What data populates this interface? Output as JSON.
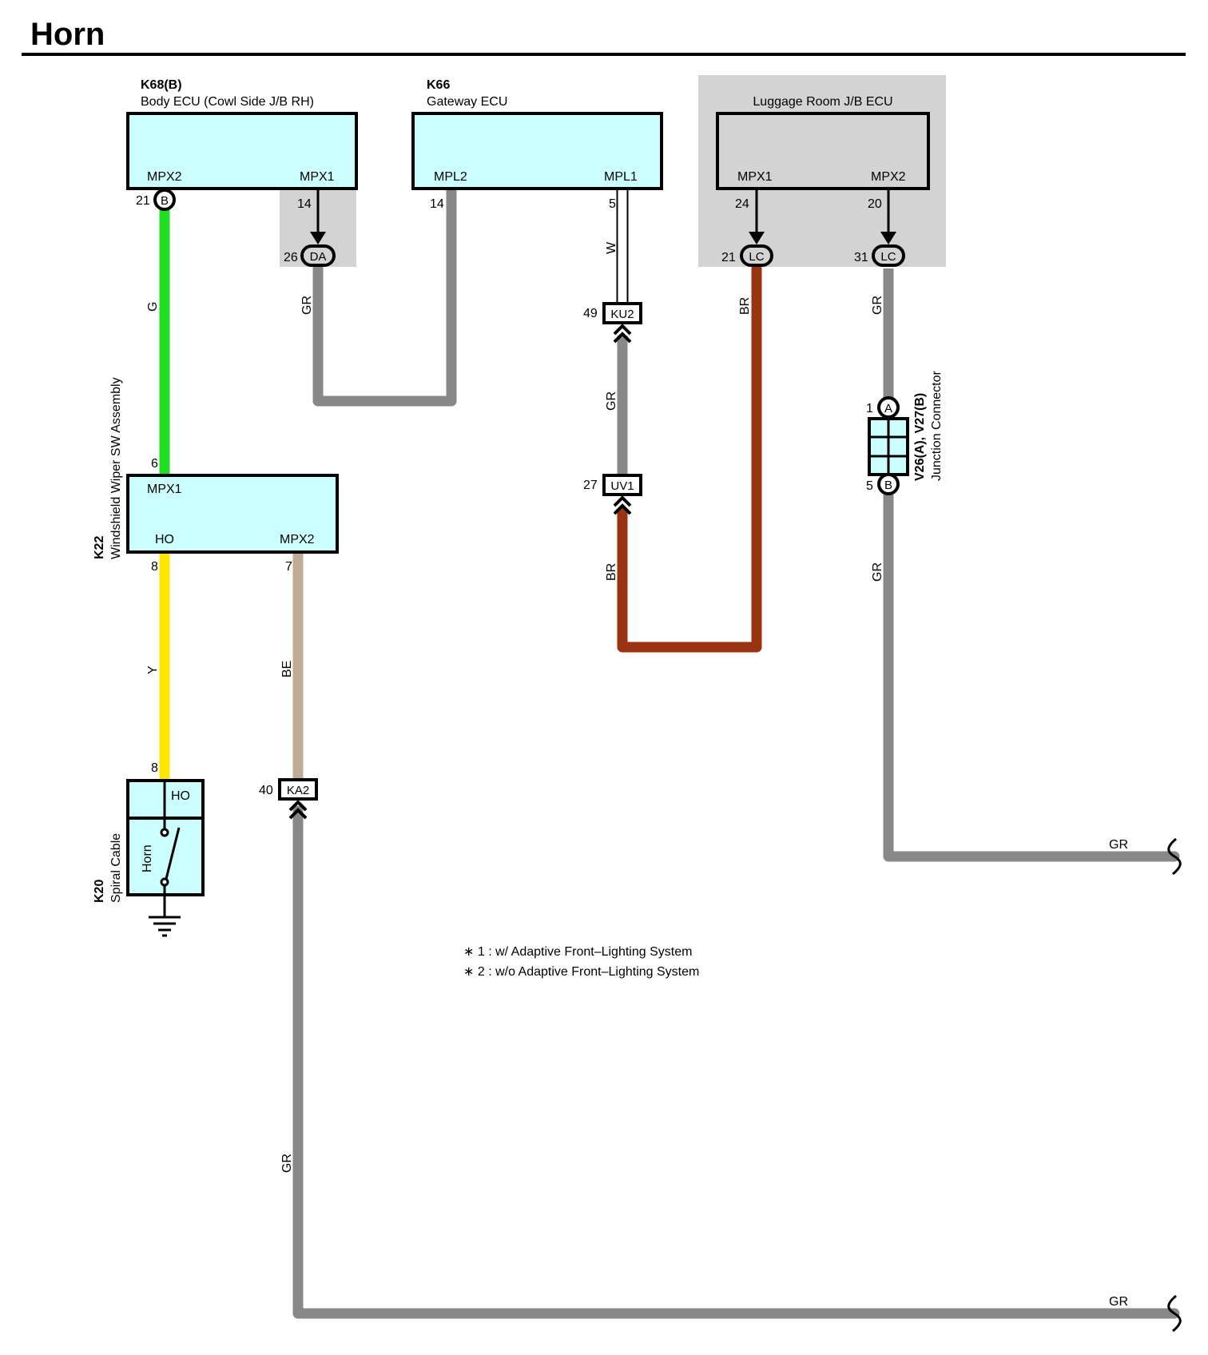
{
  "title": "Horn",
  "colors": {
    "ecu_fill": "#ccffff",
    "shade": "#d3d3d3",
    "wire_G": "#22dd22",
    "wire_GR": "#888888",
    "wire_W": "#ffffff",
    "wire_BR": "#993311",
    "wire_Y": "#ffe600",
    "wire_BE": "#bfab96"
  },
  "components": {
    "k68": {
      "code": "K68(B)",
      "name": "Body ECU (Cowl Side J/B RH)",
      "pin_left": "MPX2",
      "pin_right": "MPX1"
    },
    "k66": {
      "code": "K66",
      "name": "Gateway ECU",
      "pin_left": "MPL2",
      "pin_right": "MPL1"
    },
    "luggage": {
      "name": "Luggage Room J/B ECU",
      "pin_left": "MPX1",
      "pin_right": "MPX2"
    },
    "k22": {
      "code": "K22",
      "name": "Windshield Wiper SW Assembly",
      "pin_top": "MPX1",
      "pin_ho": "HO",
      "pin_mpx2": "MPX2"
    },
    "k20": {
      "code": "K20",
      "name": "Spiral Cable",
      "pin_ho": "HO",
      "switch_label": "Horn"
    },
    "jc": {
      "code": "V26(A), V27(B)",
      "name": "Junction Connector"
    }
  },
  "pins": {
    "k68_mpx2": "21",
    "k68_mpx1": "14",
    "da": "26",
    "k66_mpl2": "14",
    "k66_mpl1": "5",
    "lug_mpx1": "24",
    "lug_mpx2": "20",
    "lc_left": "21",
    "lc_right": "31",
    "ku2": "49",
    "uv1": "27",
    "jc_a": "1",
    "jc_b": "5",
    "k22_mpx1": "6",
    "k22_ho": "8",
    "k22_mpx2": "7",
    "k20_ho": "8",
    "ka2": "40"
  },
  "connectors": {
    "b_top": "B",
    "da": "DA",
    "lc_left": "LC",
    "lc_right": "LC",
    "ku2": "KU2",
    "uv1": "UV1",
    "jc_a": "A",
    "jc_b": "B",
    "ka2": "KA2"
  },
  "wire_labels": {
    "g": "G",
    "gr_da": "GR",
    "w": "W",
    "gr_ku2": "GR",
    "br_uv1": "BR",
    "br_lc": "BR",
    "gr_lc": "GR",
    "gr_jc": "GR",
    "gr_right1": "GR",
    "y": "Y",
    "be": "BE",
    "gr_ka2": "GR",
    "gr_bottom": "GR"
  },
  "notes": [
    "∗ 1 : w/ Adaptive Front–Lighting System",
    "∗ 2 : w/o Adaptive Front–Lighting System"
  ]
}
